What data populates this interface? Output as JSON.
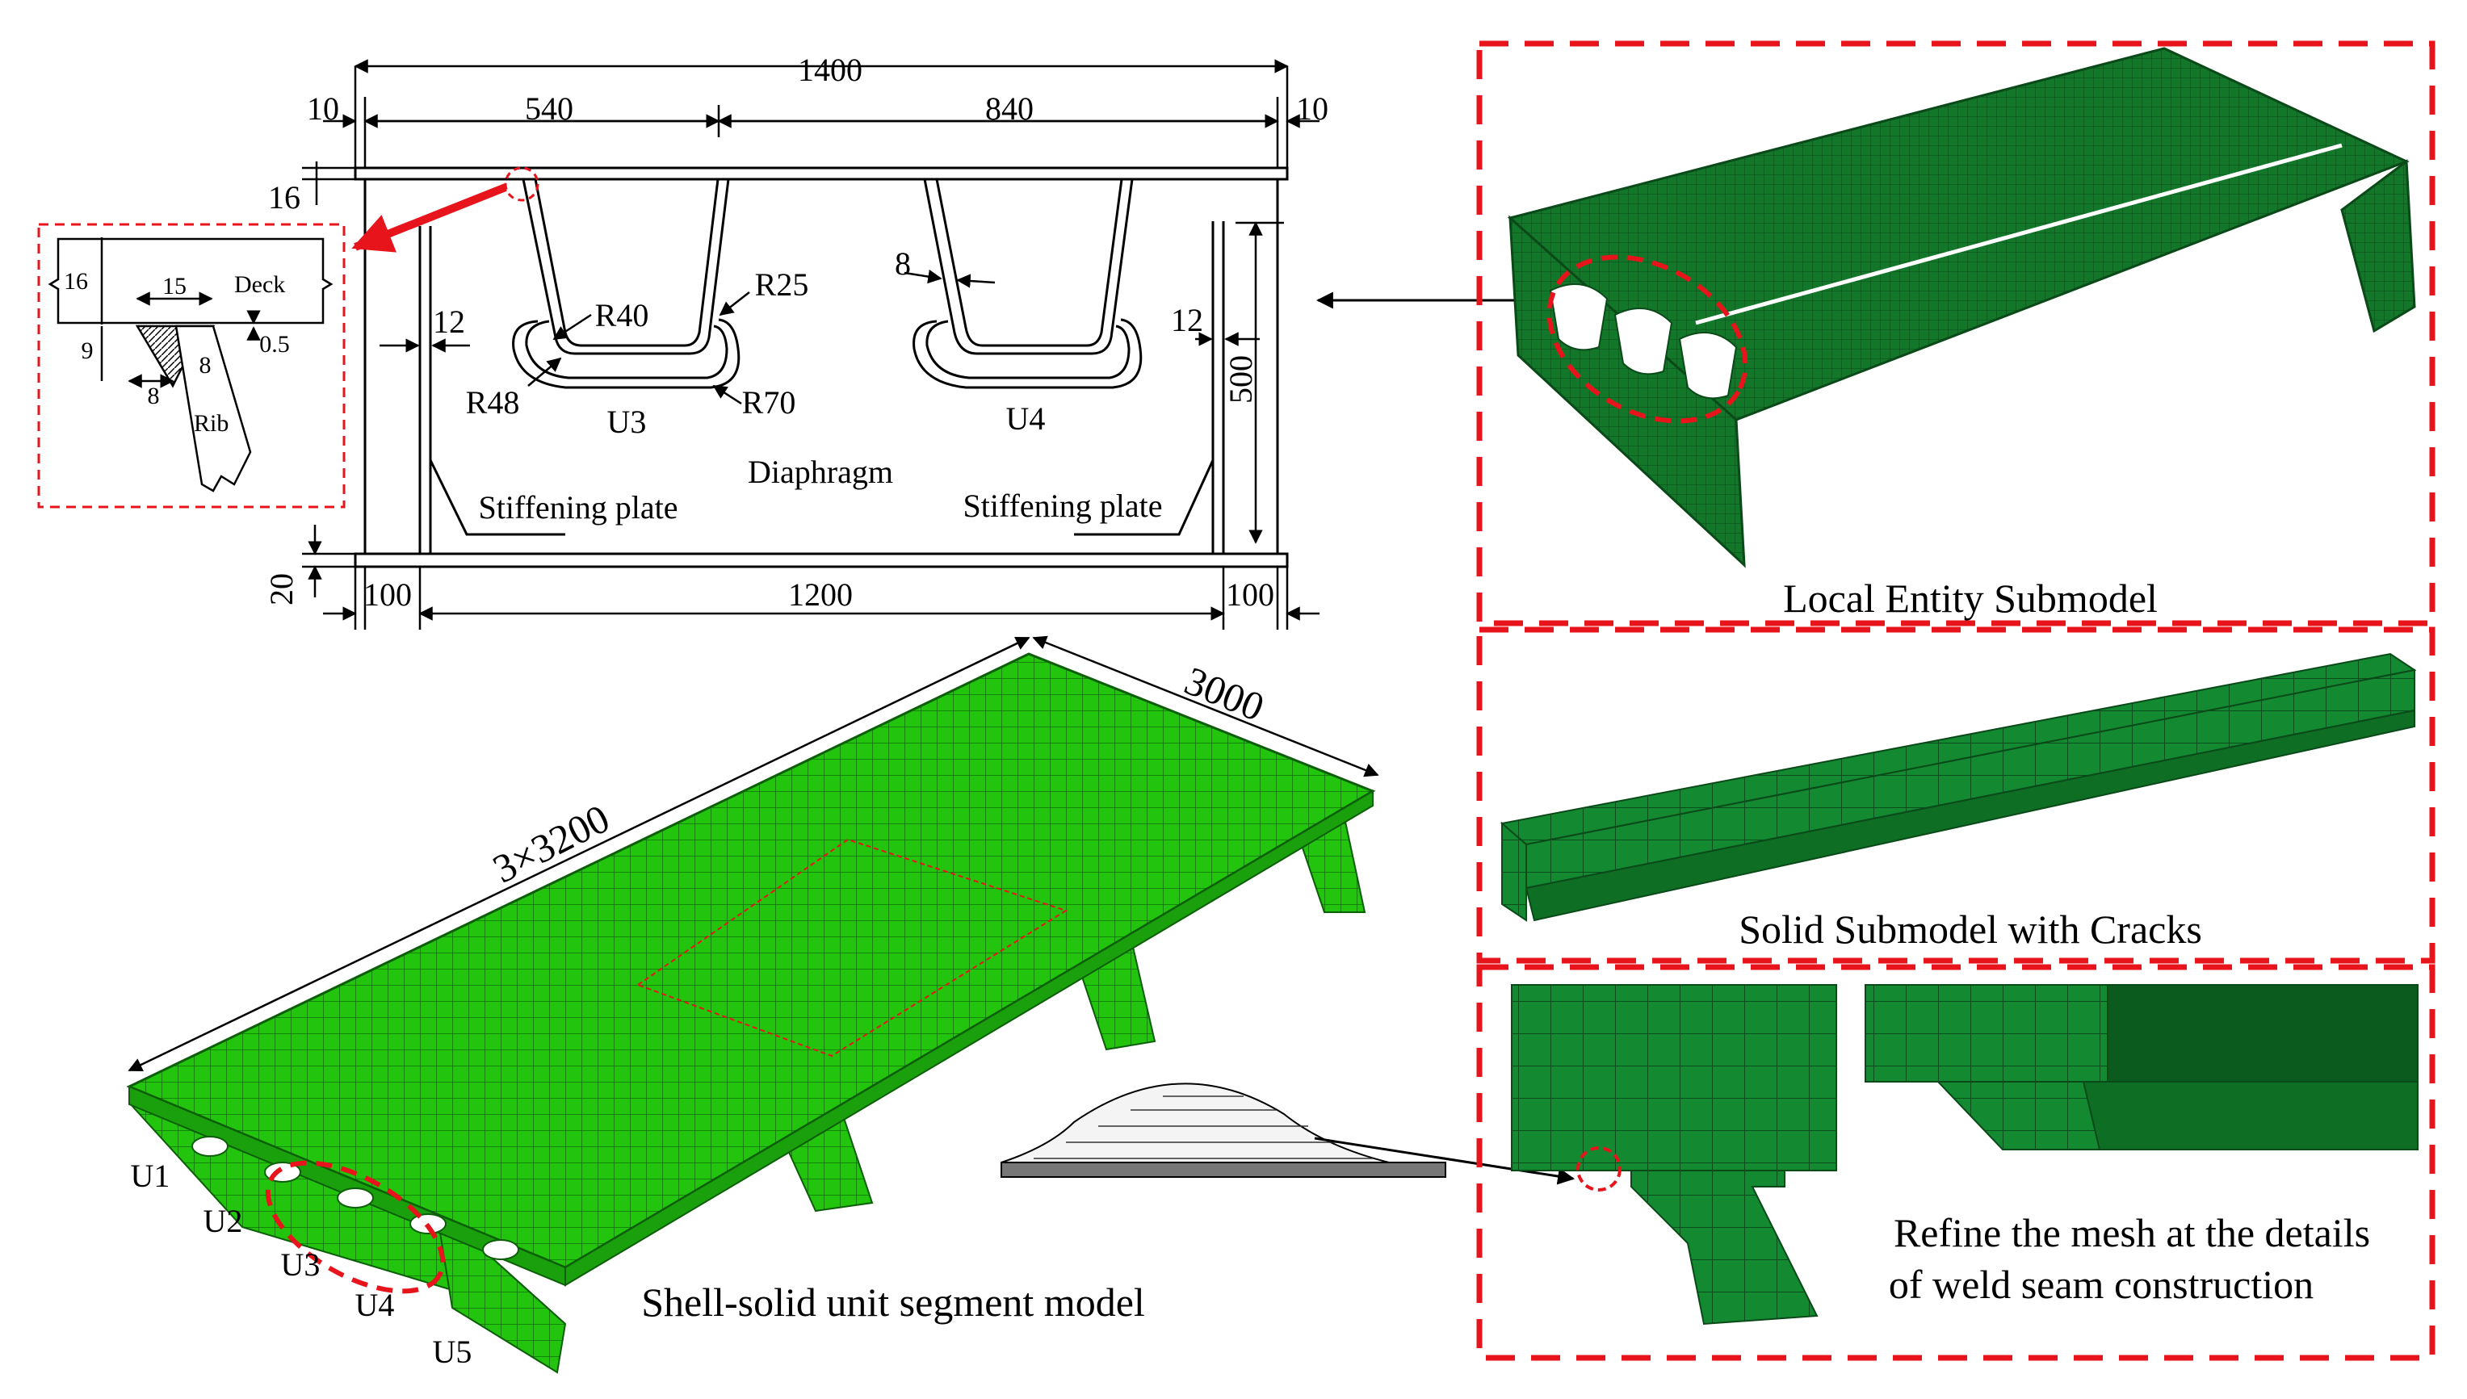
{
  "cross_section": {
    "top_width": "1400",
    "edge_left": "10",
    "edge_right": "10",
    "span_left": "540",
    "span_right": "840",
    "deck_thickness": "16",
    "bottom_thickness": "20",
    "web_left": "12",
    "web_right": "12",
    "rib_thickness": "8",
    "height": "500",
    "bottom_left": "100",
    "bottom_mid": "1200",
    "bottom_right": "100",
    "r25": "R25",
    "r40": "R40",
    "r48": "R48",
    "r70": "R70",
    "u3": "U3",
    "u4": "U4",
    "diaphragm": "Diaphragm",
    "stiff_left": "Stiffening plate",
    "stiff_right": "Stiffening plate"
  },
  "weld_detail": {
    "deck_label": "Deck",
    "rib_label": "Rib",
    "d16": "16",
    "d15": "15",
    "d9": "9",
    "d05": "0.5",
    "d8a": "8",
    "d8b": "8"
  },
  "shell_model": {
    "length_label": "3×3200",
    "width_label": "3000",
    "ribs": [
      "U1",
      "U2",
      "U3",
      "U4",
      "U5"
    ],
    "caption": "Shell-solid unit segment model"
  },
  "submodels": {
    "local_caption": "Local Entity Submodel",
    "solid_caption": "Solid Submodel with Cracks",
    "refine_line1": "Refine the mesh at the details",
    "refine_line2": "of weld seam construction"
  },
  "colors": {
    "shell_green": "#22c40e",
    "solid_green": "#0f7e2c",
    "dark_green": "#0a5a1e",
    "highlight_red": "#e8141b"
  }
}
